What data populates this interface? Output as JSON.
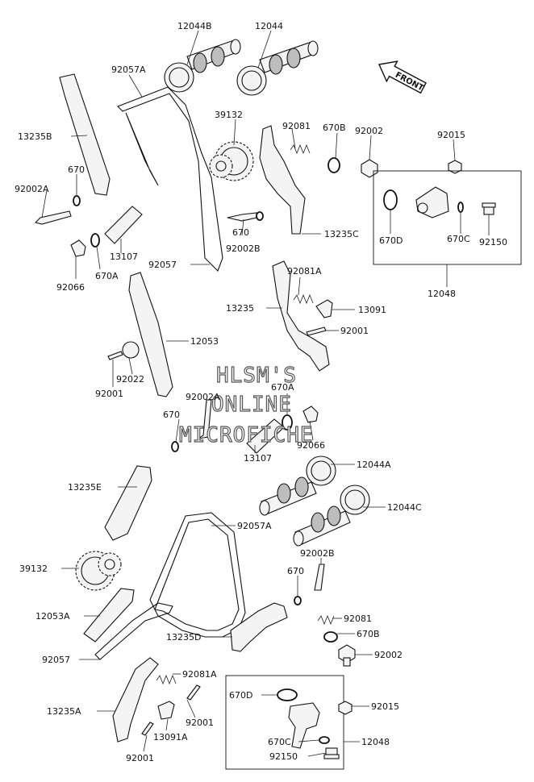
{
  "watermark": [
    "HLSM'S",
    "ONLINE",
    "MICROFICHE"
  ],
  "direction_label": "FRONT",
  "labels": [
    {
      "id": "l1",
      "text": "12044B"
    },
    {
      "id": "l2",
      "text": "12044"
    },
    {
      "id": "l3",
      "text": "92057A"
    },
    {
      "id": "l4",
      "text": "39132"
    },
    {
      "id": "l5",
      "text": "92081"
    },
    {
      "id": "l6",
      "text": "670B"
    },
    {
      "id": "l7",
      "text": "92002"
    },
    {
      "id": "l8",
      "text": "92015"
    },
    {
      "id": "l9",
      "text": "13235B"
    },
    {
      "id": "l10",
      "text": "670"
    },
    {
      "id": "l11",
      "text": "92002A"
    },
    {
      "id": "l12",
      "text": "670"
    },
    {
      "id": "l13",
      "text": "13235C"
    },
    {
      "id": "l14",
      "text": "670D"
    },
    {
      "id": "l15",
      "text": "670C"
    },
    {
      "id": "l16",
      "text": "92150"
    },
    {
      "id": "l17",
      "text": "13107"
    },
    {
      "id": "l18",
      "text": "92002B"
    },
    {
      "id": "l19",
      "text": "670A"
    },
    {
      "id": "l20",
      "text": "92066"
    },
    {
      "id": "l21",
      "text": "92057"
    },
    {
      "id": "l22",
      "text": "92081A"
    },
    {
      "id": "l23",
      "text": "12048"
    },
    {
      "id": "l24",
      "text": "13235"
    },
    {
      "id": "l25",
      "text": "13091"
    },
    {
      "id": "l26",
      "text": "92001"
    },
    {
      "id": "l27",
      "text": "12053"
    },
    {
      "id": "l28",
      "text": "92022"
    },
    {
      "id": "l29",
      "text": "92001"
    },
    {
      "id": "l30",
      "text": "670A"
    },
    {
      "id": "l31",
      "text": "92002A"
    },
    {
      "id": "l32",
      "text": "670"
    },
    {
      "id": "l33",
      "text": "92066"
    },
    {
      "id": "l34",
      "text": "13107"
    },
    {
      "id": "l35",
      "text": "12044A"
    },
    {
      "id": "l36",
      "text": "13235E"
    },
    {
      "id": "l37",
      "text": "12044C"
    },
    {
      "id": "l38",
      "text": "92057A"
    },
    {
      "id": "l39",
      "text": "39132"
    },
    {
      "id": "l40",
      "text": "92002B"
    },
    {
      "id": "l41",
      "text": "670"
    },
    {
      "id": "l42",
      "text": "12053A"
    },
    {
      "id": "l43",
      "text": "92081"
    },
    {
      "id": "l44",
      "text": "13235D"
    },
    {
      "id": "l45",
      "text": "670B"
    },
    {
      "id": "l46",
      "text": "92002"
    },
    {
      "id": "l47",
      "text": "92057"
    },
    {
      "id": "l48",
      "text": "92081A"
    },
    {
      "id": "l49",
      "text": "670D"
    },
    {
      "id": "l50",
      "text": "92015"
    },
    {
      "id": "l51",
      "text": "13235A"
    },
    {
      "id": "l52",
      "text": "92001"
    },
    {
      "id": "l53",
      "text": "13091A"
    },
    {
      "id": "l54",
      "text": "670C"
    },
    {
      "id": "l55",
      "text": "12048"
    },
    {
      "id": "l56",
      "text": "92001"
    },
    {
      "id": "l57",
      "text": "92150"
    }
  ]
}
